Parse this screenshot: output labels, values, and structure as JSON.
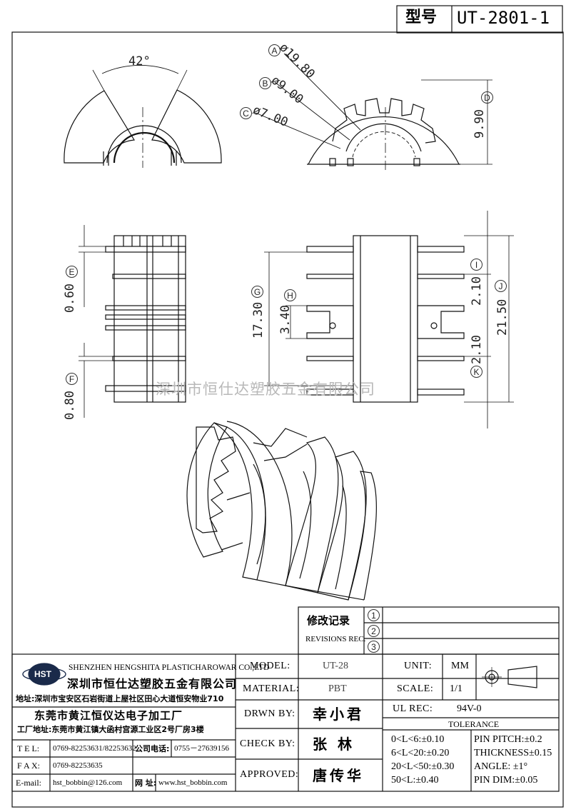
{
  "title_box": {
    "label": "型号",
    "model": "UT-2801-1"
  },
  "dimensions": {
    "angle": "42°",
    "A": {
      "marker": "A",
      "text": "ø19.80"
    },
    "B": {
      "marker": "B",
      "text": "ø9.00"
    },
    "C": {
      "marker": "C",
      "text": "ø7.00"
    },
    "D": {
      "marker": "D",
      "text": "9.90"
    },
    "E": {
      "marker": "E",
      "text": "0.60"
    },
    "F": {
      "marker": "F",
      "text": "0.80"
    },
    "G": {
      "marker": "G",
      "text": "17.30"
    },
    "H": {
      "marker": "H",
      "text": "3.40"
    },
    "I": {
      "marker": "I",
      "text": "2.10"
    },
    "J": {
      "marker": "J",
      "text": "21.50"
    },
    "K": {
      "marker": "K",
      "text": "2.10"
    }
  },
  "watermark": "深圳市恒仕达塑胶五金有限公司",
  "revisions": {
    "title": "修改记录",
    "subtitle": "REVISIONS REC.",
    "rows": [
      "1",
      "2",
      "3"
    ]
  },
  "company": {
    "logo": "HST",
    "name_en": "SHENZHEN HENGSHITA PLASTICHAROWAR CO.,LTD",
    "name_cn": "深圳市恒仕达塑胶五金有限公司",
    "address": "地址:深圳市宝安区石岩街道上屋社区田心大道恒安物业710",
    "factory_name": "东莞市黄江恒仪达电子加工厂",
    "factory_address": "工厂地址:东莞市黄江镇大函村宫源工业区2号厂房3楼",
    "tel_label": "T E L:",
    "tel": "0769-82253631/82253632",
    "company_tel_label": "公司电话:",
    "company_tel": "0755－27639156",
    "fax_label": "F A X:",
    "fax": "0769-82253635",
    "email_label": "E-mail:",
    "email": "hst_bobbin@126.com",
    "web_label": "网 址:",
    "web": "www.hst_bobbin.com"
  },
  "spec": {
    "model_label": "MODEL:",
    "model": "UT-28",
    "material_label": "MATERIAL:",
    "material": "PBT",
    "drawn_label": "DRWN BY:",
    "drawn": "幸小君",
    "check_label": "CHECK BY:",
    "check": "张  林",
    "approved_label": "APPROVED:",
    "approved": "唐传华",
    "unit_label": "UNIT:",
    "unit": "MM",
    "scale_label": "SCALE:",
    "scale": "1/1",
    "ul_label": "UL REC:",
    "ul": "94V-0",
    "tolerance_title": "TOLERANCE",
    "tol": [
      "0<L<6:±0.10",
      "6<L<20:±0.20",
      "20<L<50:±0.30",
      "50<L:±0.40"
    ],
    "tol_right": [
      "PIN PITCH:±0.2",
      "THICKNESS±0.15",
      "ANGLE: ±1°",
      "PIN DIM:±0.05"
    ]
  }
}
